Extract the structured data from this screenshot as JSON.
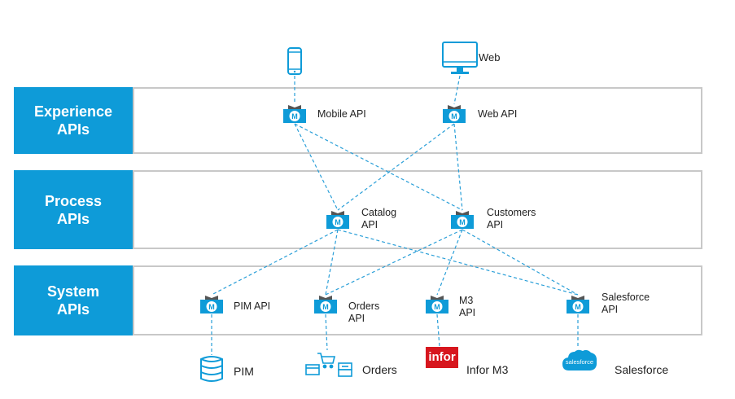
{
  "layers": [
    {
      "label": "Experience\nAPIs"
    },
    {
      "label": "Process\nAPIs"
    },
    {
      "label": "System\nAPIs"
    }
  ],
  "consumers": [
    {
      "name": "",
      "icon": "smartphone-icon"
    },
    {
      "name": "Web",
      "icon": "desktop-monitor-icon"
    }
  ],
  "apis": {
    "mobile": "Mobile API",
    "web": "Web API",
    "catalog": "Catalog\nAPI",
    "customers": "Customers\nAPI",
    "pim": "PIM API",
    "orders": "Orders\nAPI",
    "m3": "M3\nAPI",
    "salesforce": "Salesforce\nAPI"
  },
  "systems": [
    {
      "name": "PIM",
      "icon": "database-icon"
    },
    {
      "name": "Orders",
      "icon": "shopping-cart-boxes-icon"
    },
    {
      "name": "Infor M3",
      "icon": "infor-logo-icon",
      "logo_text": "infor"
    },
    {
      "name": "Salesforce",
      "icon": "salesforce-cloud-icon",
      "logo_text": "salesforce"
    }
  ],
  "colors": {
    "accent": "#0e9bd8",
    "connector": "#2a9fd8",
    "band_border": "#c8c8c8",
    "infor_red": "#d7161e"
  }
}
